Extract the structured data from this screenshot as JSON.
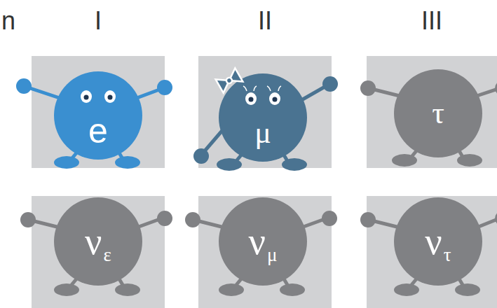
{
  "diagram": {
    "nodes": [
      {
        "text": [
          "e"
        ]
      },
      {
        "text": [
          "μ"
        ]
      },
      {
        "text": [
          "τ"
        ]
      },
      {
        "text": [
          "ν",
          "ε"
        ]
      },
      {
        "text": [
          "ν",
          "μ"
        ]
      },
      {
        "text": [
          "ν",
          "τ"
        ]
      }
    ],
    "labels": [
      "n",
      "I",
      "II",
      "III"
    ]
  }
}
